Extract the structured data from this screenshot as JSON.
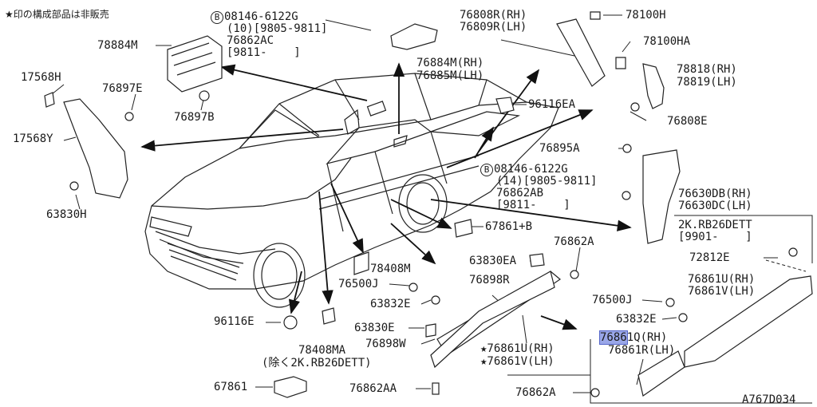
{
  "header_note": "★印の構成部品は非販売",
  "diagram_id": "A767D034",
  "circle_letter": "B",
  "parts": {
    "p78884M": "78884M",
    "p08146_top": "08146-6122G",
    "p08146_top_sub1": "(10)[9805-9811]",
    "p76862AC": "76862AC",
    "p76862AC_sub": "[9811-    ]",
    "p76884M_rh": "76884M(RH)",
    "p76885M_lh": "76885M(LH)",
    "p76808R_rh": "76808R(RH)",
    "p76809R_lh": "76809R(LH)",
    "p78100H": "78100H",
    "p78100HA": "78100HA",
    "p78818_rh": "78818(RH)",
    "p78819_lh": "78819(LH)",
    "p76808E": "76808E",
    "p17568H": "17568H",
    "p76897E": "76897E",
    "p17568Y": "17568Y",
    "p76897B": "76897B",
    "p96116EA": "96116EA",
    "p76895A": "76895A",
    "p08146_mid": "08146-6122G",
    "p08146_mid_sub1": "(14)[9805-9811]",
    "p76862AB": "76862AB",
    "p76862AB_sub": "[9811-    ]",
    "p76630DB_rh": "76630DB(RH)",
    "p76630DC_lh": "76630DC(LH)",
    "p63830H": "63830H",
    "p67861B": "67861+B",
    "p76862A": "76862A",
    "p63830EA": "63830EA",
    "p78408M": "78408M",
    "p76500J_1": "76500J",
    "p76898R": "76898R",
    "p63832E_1": "63832E",
    "p96116E": "96116E",
    "p63830E": "63830E",
    "p76898W": "76898W",
    "p78408MA": "78408MA",
    "p78408MA_note": "(除く2K.RB26DETT)",
    "p76861U_star": "★76861U(RH)",
    "p76861V_star": "★76861V(LH)",
    "p67861": "67861",
    "p76862AA": "76862AA",
    "box_title": "2K.RB26DETT",
    "box_sub": "[9901-    ]",
    "p72812E": "72812E",
    "p76861U_rh": "76861U(RH)",
    "p76861V_lh": "76861V(LH)",
    "p76500J_2": "76500J",
    "p63832E_2": "63832E",
    "p76861Q_hl": "7686",
    "p76861Q_rest": "1Q(RH)",
    "p76861R_lh": "76861R(LH)",
    "p76862A_2": "76862A"
  }
}
